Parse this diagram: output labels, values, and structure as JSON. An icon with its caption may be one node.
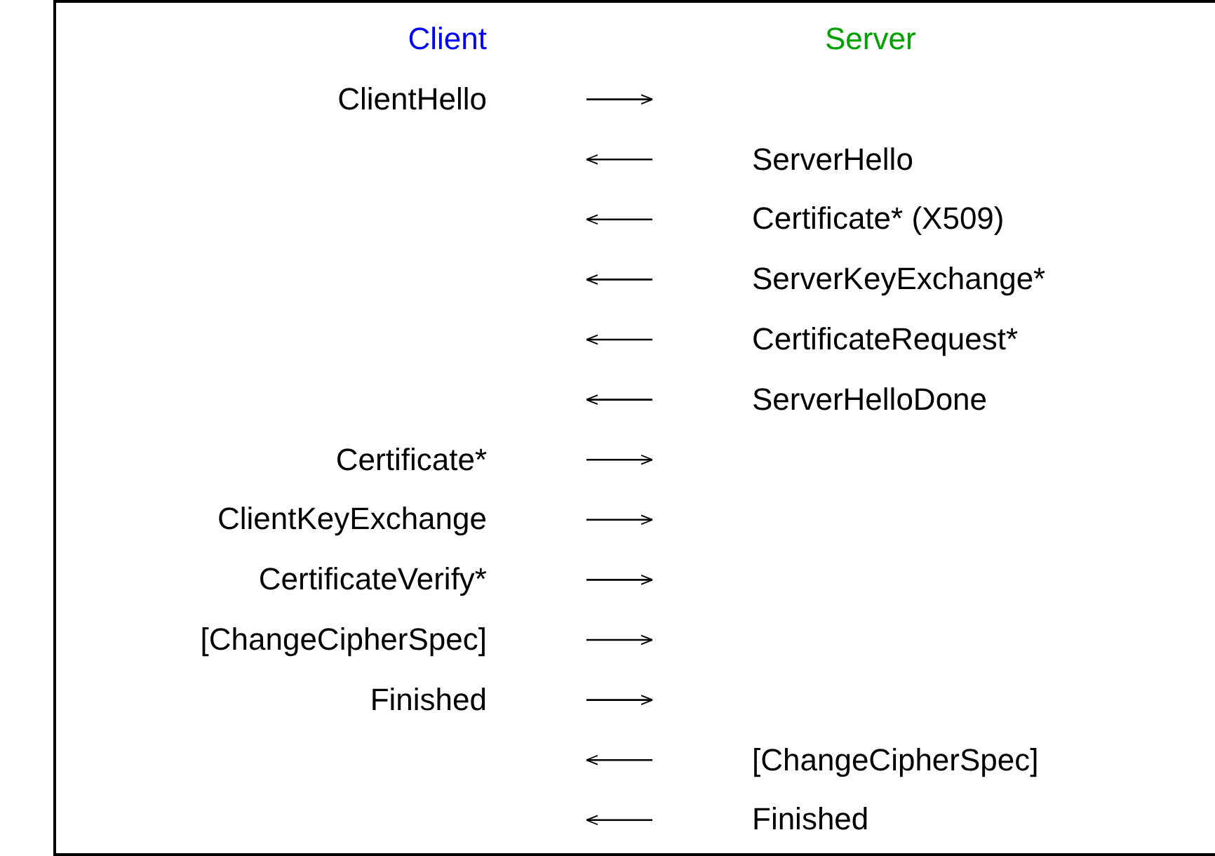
{
  "diagram": {
    "labels": [
      "Client",
      "Server",
      "ClientHello",
      "ServerHello",
      "Certificate* (X509)",
      "ServerKeyExchange*",
      "CertificateRequest*",
      "ServerHelloDone",
      "Certificate*",
      "ClientKeyExchange",
      "CertificateVerify*",
      "[ChangeCipherSpec]",
      "Finished",
      "[ChangeCipherSpec]",
      "Finished"
    ]
  }
}
